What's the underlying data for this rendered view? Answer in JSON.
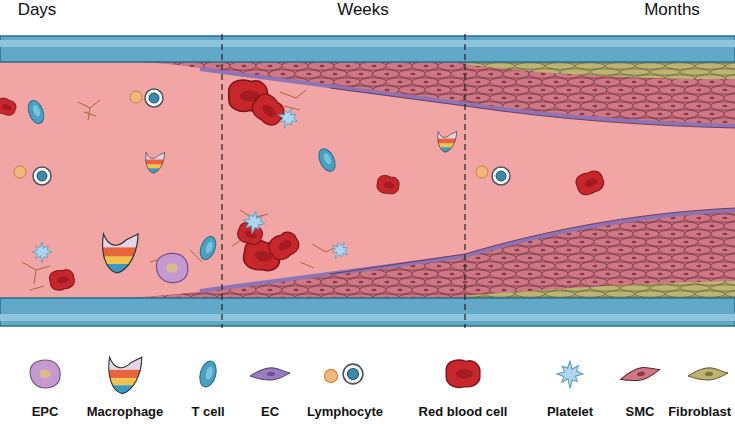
{
  "diagram": {
    "labels": [
      "Days",
      "Weeks",
      "Months"
    ],
    "legend": [
      {
        "text": "EPC"
      },
      {
        "text": "Macrophage"
      },
      {
        "text": "T cell"
      },
      {
        "text": "EC"
      },
      {
        "text": "Lymphocyte"
      },
      {
        "text": "Red blood cell"
      },
      {
        "text": "Platelet"
      },
      {
        "text": "SMC"
      },
      {
        "text": "Fibroblast"
      }
    ]
  }
}
